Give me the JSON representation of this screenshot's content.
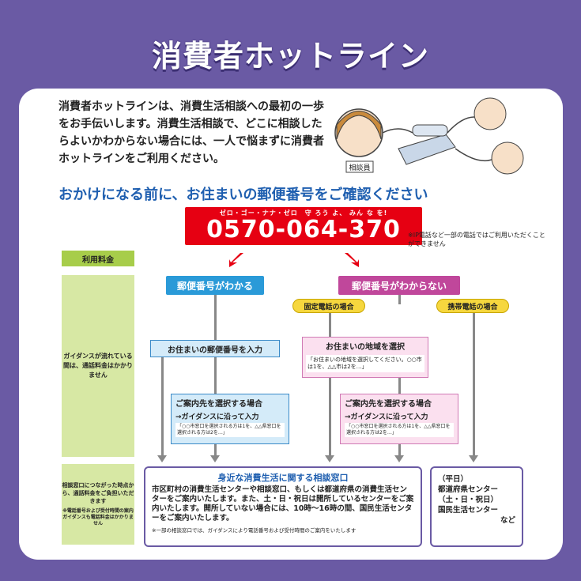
{
  "title": "消費者ホットライン",
  "intro": "消費者ホットラインは、消費生活相談への最初の一歩をお手伝いします。消費生活相談で、どこに相談したらよいかわからない場合には、一人で悩まずに消費者ホットラインをご利用ください。",
  "illustration": {
    "badge": "相談員"
  },
  "headline": "おかけになる前に、お住まいの郵便番号をご確認ください",
  "phone": {
    "ruby": "ゼロ・ゴー・ナナ・ゼロ　守 ろう よ、 みん な を!",
    "number": "0570-064-370",
    "note": "※IP電話など一部の電話ではご利用いただくことができません"
  },
  "side": {
    "label": "利用料金",
    "guidance": "ガイダンスが流れている間は、通話料金はかかりません",
    "connected": "相談窓口につながった時点から、通話料金をご負担いただきます",
    "connected_note": "※電話番号および受付時間の案内ガイダンスも電話料金はかかりません"
  },
  "branch": {
    "known": "郵便番号がわかる",
    "unknown": "郵便番号がわからない",
    "fixed": "固定電話の場合",
    "mobile": "携帯電話の場合"
  },
  "enter_postal": "お住まいの郵便番号を入力",
  "select_region": {
    "title": "お住まいの地域を選択",
    "sub": "「お住まいの地域を選択してください。○○市は1を、△△市は2を…」"
  },
  "guide_left": {
    "title": "ご案内先を選択する場合",
    "sub": "→ガイダンスに沿って入力",
    "note": "「○○市窓口を選択される方は1を、△△県窓口を選択される方は2を…」"
  },
  "guide_right": {
    "title": "ご案内先を選択する場合",
    "sub": "→ガイダンスに沿って入力",
    "note": "「○○市窓口を選択される方は1を、△△県窓口を選択される方は2を…」"
  },
  "consult": {
    "title": "身近な消費生活に関する相談窓口",
    "body": "市区町村の消費生活センターや相談窓口、もしくは都道府県の消費生活センターをご案内いたします。また、土・日・祝日は開所しているセンターをご案内いたします。開所していない場合には、10時～16時の間、国民生活センターをご案内いたします。",
    "note": "※一部の相談窓口では、ガイダンスにより電話番号および受付時間のご案内をいたします"
  },
  "centers": {
    "l1": "（平日）",
    "l2": "都道府県センター",
    "l3": "（土・日・祝日）",
    "l4": "国民生活センター",
    "l5": "など"
  },
  "colors": {
    "background": "#6a5aa4",
    "red": "#e60012",
    "blue": "#2a9ad8",
    "pink": "#c0479b",
    "green": "#a7cd4a"
  }
}
